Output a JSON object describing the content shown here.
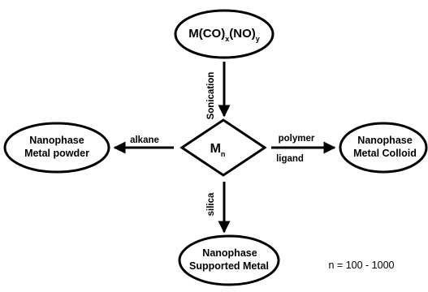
{
  "source_node": {
    "main": "M(CO)",
    "sub_x": "x",
    "mid": "(NO)",
    "sub_y": "y"
  },
  "center_node": {
    "main": "M",
    "sub": "n"
  },
  "left_node": {
    "line1": "Nanophase",
    "line2": "Metal powder"
  },
  "right_node": {
    "line1": "Nanophase",
    "line2": "Metal Colloid"
  },
  "bottom_node": {
    "line1": "Nanophase",
    "line2": "Supported Metal"
  },
  "edge_labels": {
    "top": "Sonication",
    "left": "alkane",
    "right_upper": "polymer",
    "right_lower": "ligand",
    "bottom": "silica"
  },
  "footnote": "n = 100 - 1000"
}
